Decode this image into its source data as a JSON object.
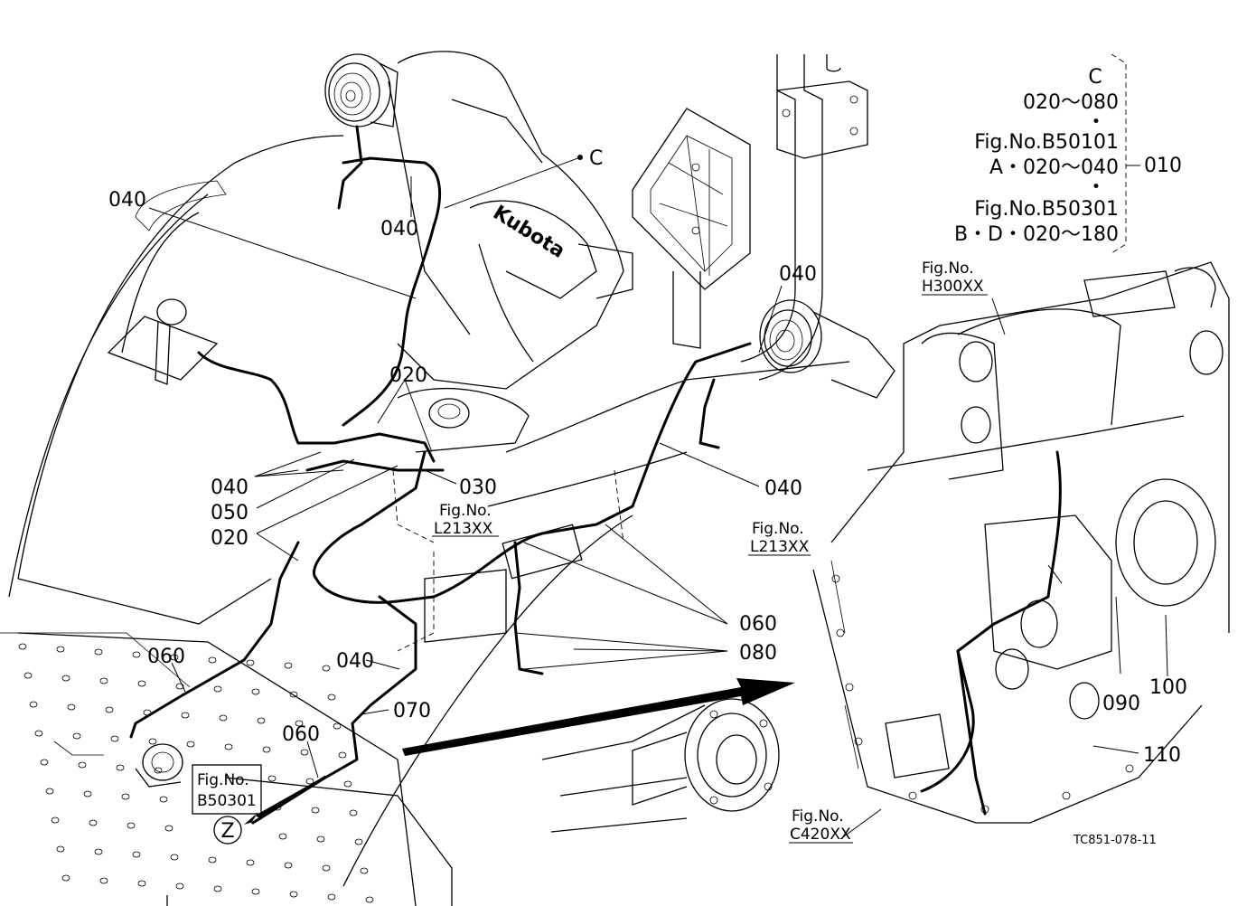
{
  "callouts": {
    "c_marker": "C",
    "p040_a": "040",
    "p040_b": "040",
    "p040_c": "040",
    "p040_d": "040",
    "p040_e": "040",
    "p040_f": "040",
    "p020_a": "020",
    "p020_b": "020",
    "p030": "030",
    "p050": "050",
    "p060_a": "060",
    "p060_b": "060",
    "p060_c": "060",
    "p070": "070",
    "p080": "080",
    "p090": "090",
    "p100": "100",
    "p110": "110"
  },
  "bracket": {
    "line1": "C",
    "line2": "020～080",
    "dot1": "•",
    "line3": "Fig.No.B50101",
    "line4": "A・020～040",
    "dot2": "•",
    "line5": "Fig.No.B50301",
    "line6": "B・D・020～180",
    "group": "010"
  },
  "figrefs": {
    "h300_a": "Fig.No.",
    "h300_b": "H300XX",
    "l213_1a": "Fig.No.",
    "l213_1b": "L213XX",
    "l213_2a": "Fig.No.",
    "l213_2b": "L213XX",
    "b50301_a": "Fig.No.",
    "b50301_b": "B50301",
    "c420_a": "Fig.No.",
    "c420_b": "C420XX"
  },
  "zone": "Z",
  "brand": "Kubota",
  "drawing_code": "TC851-078-11"
}
